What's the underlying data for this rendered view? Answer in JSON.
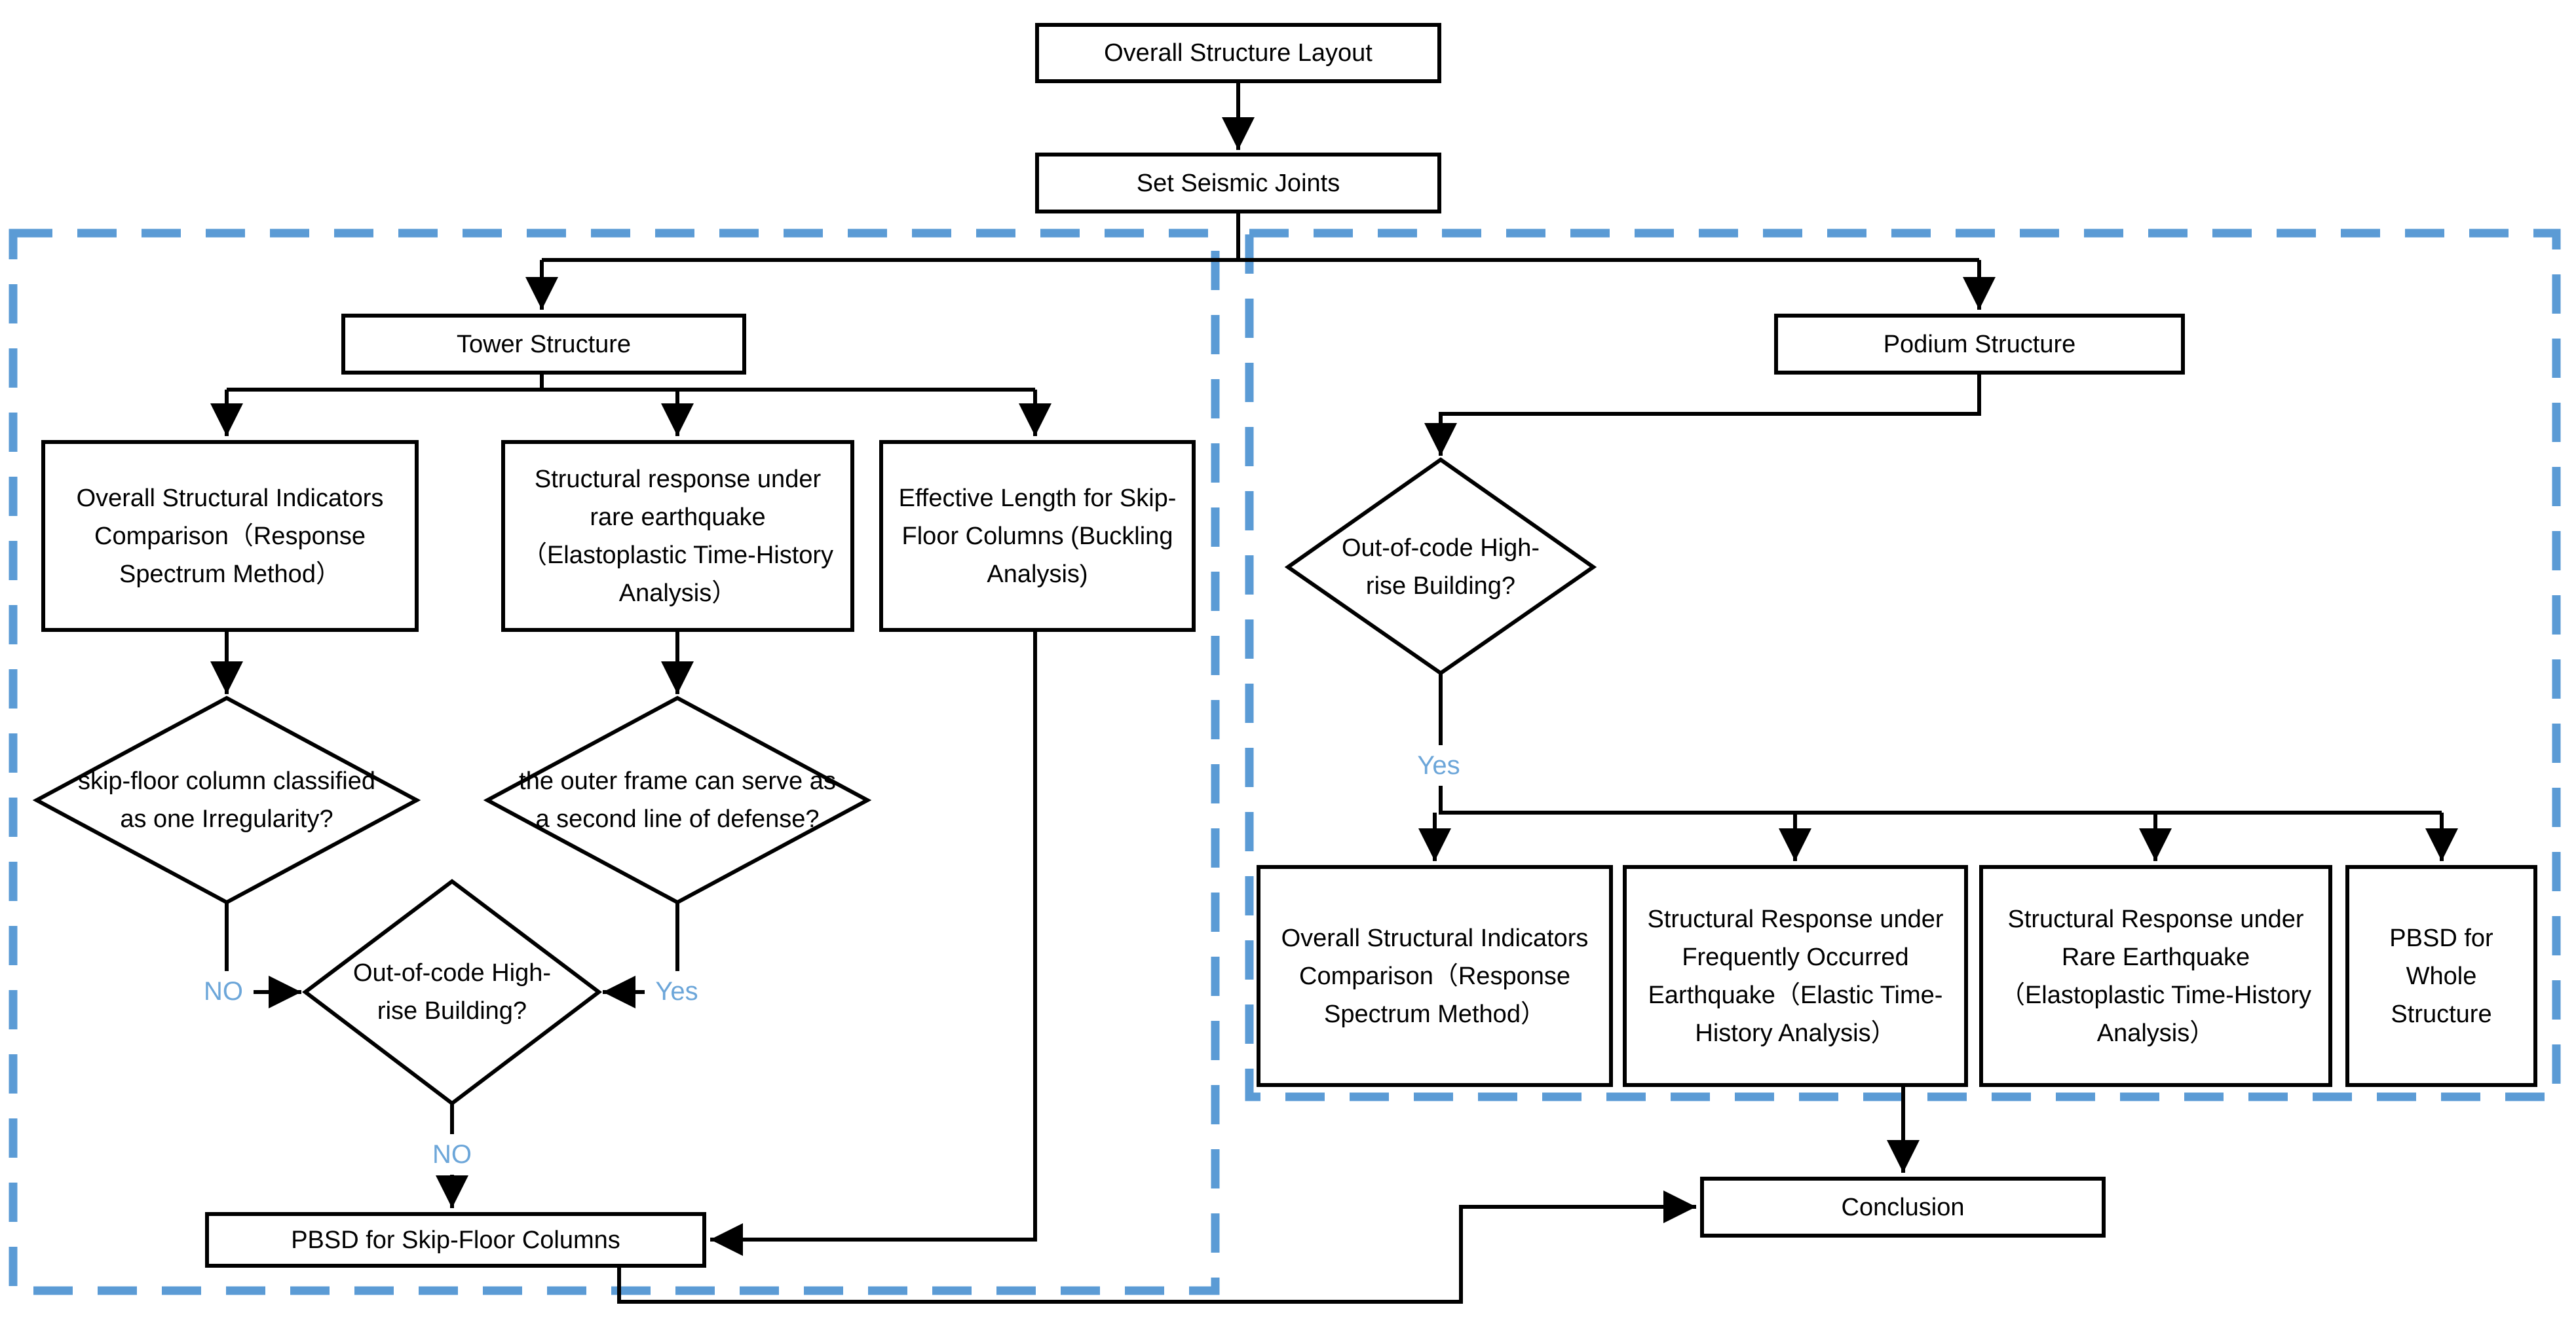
{
  "flowchart": {
    "colors": {
      "line": "#000000",
      "box_border": "#000000",
      "dashed_region": "#5B9BD5",
      "branch_label": "#6CA6D9"
    },
    "nodes": {
      "overall_layout": "Overall Structure Layout",
      "set_seismic_joints": "Set Seismic Joints",
      "tower_structure": "Tower Structure",
      "tower_indicators": "Overall Structural Indicators Comparison（Response Spectrum Method）",
      "tower_rare_response": "Structural response under rare earthquake（Elastoplastic Time-History Analysis）",
      "effective_length": "Effective Length for Skip-Floor Columns (Buckling Analysis)",
      "pbsd_skip_floor": "PBSD for Skip-Floor Columns",
      "podium_structure": "Podium Structure",
      "podium_indicators": "Overall Structural Indicators Comparison（Response Spectrum Method）",
      "podium_frequent_response": "Structural Response under Frequently Occurred Earthquake（Elastic Time-History Analysis）",
      "podium_rare_response": "Structural Response under Rare Earthquake（Elastoplastic Time-History Analysis）",
      "pbsd_whole_structure": "PBSD for Whole Structure",
      "conclusion": "Conclusion"
    },
    "decisions": {
      "skip_floor_irregularity": "skip-floor column classified as one Irregularity?",
      "outer_frame_defense": "the outer frame can serve as a second line of defense?",
      "tower_out_of_code": "Out-of-code High-rise Building?",
      "podium_out_of_code": "Out-of-code High-rise Building?"
    },
    "branch_labels": {
      "tower_no": "NO",
      "tower_yes": "Yes",
      "tower_no_bottom": "NO",
      "podium_yes": "Yes"
    }
  }
}
